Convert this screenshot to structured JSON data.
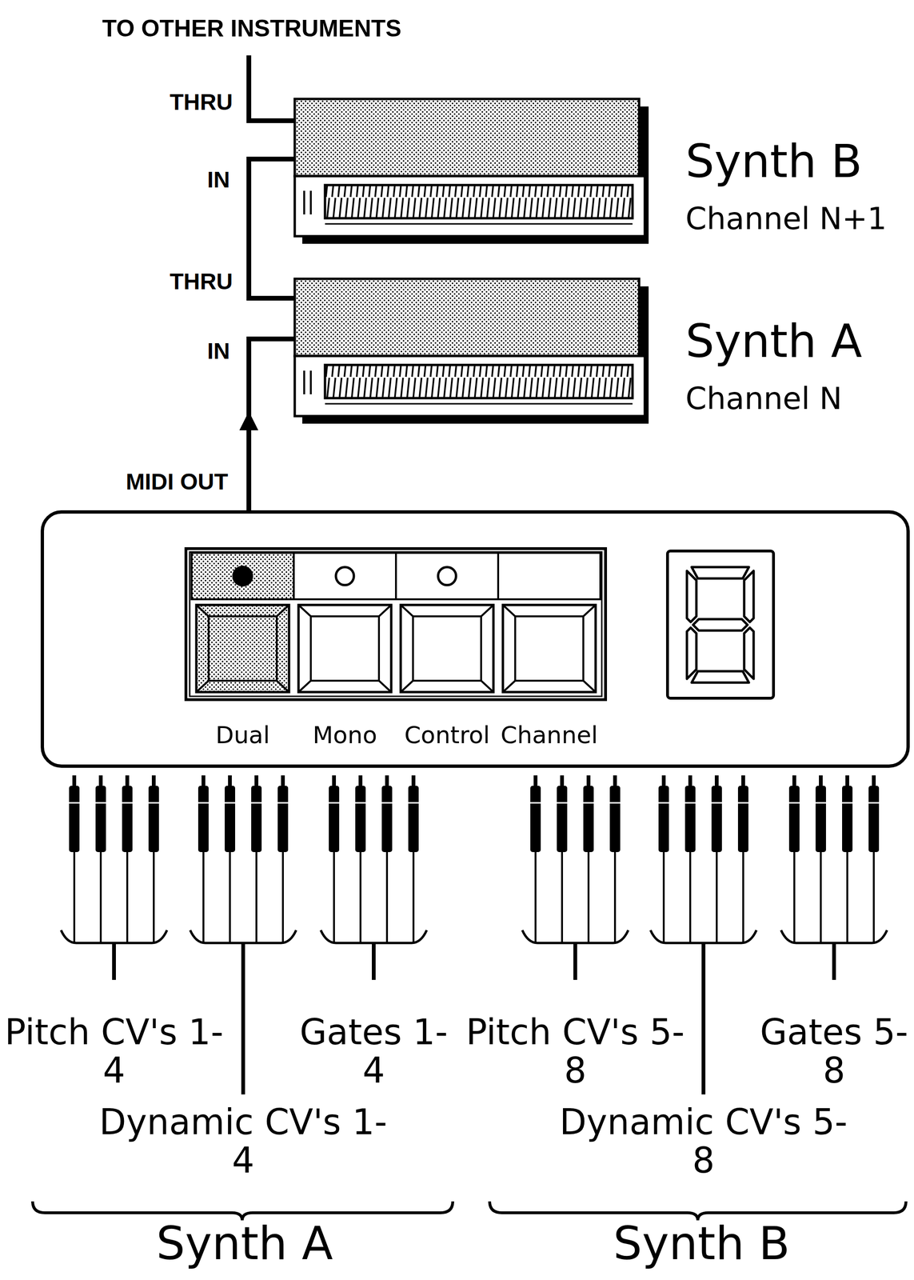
{
  "diagram": {
    "nodes": [
      {
        "text": [
          "Synth B",
          "Channel N+1"
        ]
      },
      {
        "text": [
          "Synth A",
          "Channel N"
        ]
      },
      {
        "text": [
          "Dual",
          "Mono",
          "Control",
          "Channel"
        ]
      }
    ],
    "edges": [
      {
        "from": 2,
        "to": 1,
        "arrow": "to",
        "label": "MIDI OUT"
      },
      {
        "from": 1,
        "to": 0,
        "arrow": "none"
      }
    ],
    "labels": [
      "TO OTHER INSTRUMENTS",
      "THRU",
      "IN",
      "THRU",
      "IN",
      "Pitch CV's 1-4",
      "Dynamic CV's 1-4",
      "Gates 1-4",
      "Pitch CV's 5-8",
      "Dynamic CV's 5-8",
      "Gates 5-8",
      "Synth A",
      "Synth B"
    ]
  }
}
